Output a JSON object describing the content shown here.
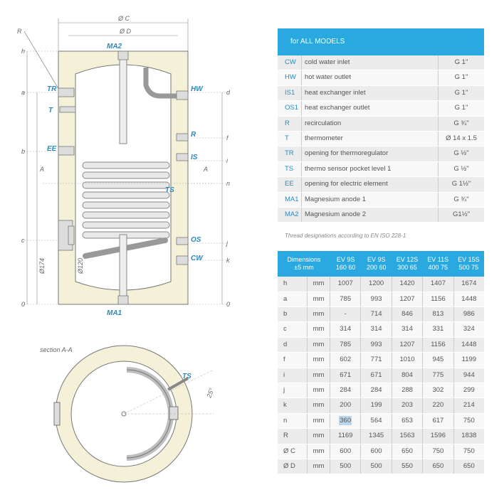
{
  "drawing": {
    "dim_labels": {
      "oc": "Ø C",
      "od": "Ø D",
      "r": "R",
      "left": [
        "h",
        "a",
        "b",
        "c",
        "0"
      ],
      "right": [
        "d",
        "f",
        "i",
        "n",
        "j",
        "k",
        "0"
      ],
      "section": "A",
      "o174": "Ø174",
      "o120": "Ø120"
    },
    "parts": {
      "ma2": "MA2",
      "ma1": "MA1",
      "tr": "TR",
      "t": "T",
      "ee": "EE",
      "hw": "HW",
      "r": "R",
      "is": "IS",
      "ts": "TS",
      "os": "OS",
      "cw": "CW"
    },
    "section_title": "section A-A",
    "section_ts": "TS",
    "angle": "25°"
  },
  "connections": {
    "header": "for ALL MODELS",
    "rows": [
      {
        "code": "CW",
        "desc": "cold water inlet",
        "thread": "G 1\""
      },
      {
        "code": "HW",
        "desc": "hot water outlet",
        "thread": "G 1\""
      },
      {
        "code": "IS1",
        "desc": "heat exchanger inlet",
        "thread": "G 1\""
      },
      {
        "code": "OS1",
        "desc": "heat exchanger outlet",
        "thread": "G 1\""
      },
      {
        "code": "R",
        "desc": "recirculation",
        "thread": "G ¾\""
      },
      {
        "code": "T",
        "desc": "thermometer",
        "thread": "Ø 14 x 1.5"
      },
      {
        "code": "TR",
        "desc": "opening for thermoregulator",
        "thread": "G ½\""
      },
      {
        "code": "TS",
        "desc": "thermo sensor pocket level 1",
        "thread": "G ½\""
      },
      {
        "code": "EE",
        "desc": "opening for electric element",
        "thread": "G 1½\""
      },
      {
        "code": "MA1",
        "desc": "Magnesium anode 1",
        "thread": "G ¾\""
      },
      {
        "code": "MA2",
        "desc": "Magnesium anode 2",
        "thread": "G1½\""
      }
    ],
    "note": "Thread designations according to EN ISO 228-1"
  },
  "dimensions": {
    "title_line1": "Dimensions",
    "title_line2": "±5 mm",
    "models": [
      {
        "line1": "EV 9S",
        "line2": "160 60"
      },
      {
        "line1": "EV 9S",
        "line2": "200 60"
      },
      {
        "line1": "EV 12S",
        "line2": "300 65"
      },
      {
        "line1": "EV 11S",
        "line2": "400 75"
      },
      {
        "line1": "EV 15S",
        "line2": "500 75"
      }
    ],
    "rows": [
      {
        "label": "h",
        "unit": "mm",
        "values": [
          "1007",
          "1200",
          "1420",
          "1407",
          "1674"
        ]
      },
      {
        "label": "a",
        "unit": "mm",
        "values": [
          "785",
          "993",
          "1207",
          "1156",
          "1448"
        ]
      },
      {
        "label": "b",
        "unit": "mm",
        "values": [
          "-",
          "714",
          "846",
          "813",
          "986"
        ]
      },
      {
        "label": "c",
        "unit": "mm",
        "values": [
          "314",
          "314",
          "314",
          "331",
          "324"
        ]
      },
      {
        "label": "d",
        "unit": "mm",
        "values": [
          "785",
          "993",
          "1207",
          "1156",
          "1448"
        ]
      },
      {
        "label": "f",
        "unit": "mm",
        "values": [
          "602",
          "771",
          "1010",
          "945",
          "1199"
        ]
      },
      {
        "label": "i",
        "unit": "mm",
        "values": [
          "671",
          "671",
          "804",
          "775",
          "944"
        ]
      },
      {
        "label": "j",
        "unit": "mm",
        "values": [
          "284",
          "284",
          "288",
          "302",
          "299"
        ]
      },
      {
        "label": "k",
        "unit": "mm",
        "values": [
          "200",
          "199",
          "203",
          "220",
          "214"
        ]
      },
      {
        "label": "n",
        "unit": "mm",
        "values": [
          "360",
          "564",
          "653",
          "617",
          "750"
        ]
      },
      {
        "label": "R",
        "unit": "mm",
        "values": [
          "1169",
          "1345",
          "1563",
          "1596",
          "1838"
        ]
      },
      {
        "label": "Ø C",
        "unit": "mm",
        "values": [
          "600",
          "600",
          "650",
          "750",
          "750"
        ]
      },
      {
        "label": "Ø D",
        "unit": "mm",
        "values": [
          "500",
          "500",
          "550",
          "650",
          "650"
        ]
      }
    ]
  }
}
